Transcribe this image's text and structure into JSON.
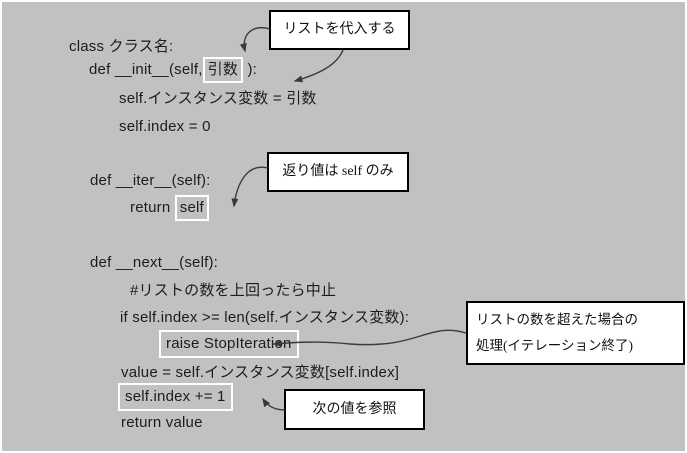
{
  "code": {
    "line1": {
      "text": "class クラス名:"
    },
    "line2": {
      "pre": "def __init__(self,",
      "boxed": "引数",
      "post": " ):"
    },
    "line3": {
      "text": "self.インスタンス変数 = 引数"
    },
    "line4": {
      "text": "self.index = 0"
    },
    "line5": {
      "text": "def __iter__(self):"
    },
    "line6": {
      "pre": "return ",
      "boxed": "self"
    },
    "line7": {
      "text": "def __next__(self):"
    },
    "line8": {
      "text": "#リストの数を上回ったら中止"
    },
    "line9": {
      "text": "if self.index >= len(self.インスタンス変数):"
    },
    "line10": {
      "boxed": "raise StopIteration"
    },
    "line11": {
      "text": "value = self.インスタンス変数[self.index]"
    },
    "line12": {
      "boxed": "self.index += 1"
    },
    "line13": {
      "text": "return value"
    }
  },
  "callouts": {
    "assign_list": {
      "text": "リストを代入する"
    },
    "return_self": {
      "text": "返り値は self のみ"
    },
    "stop_iteration": {
      "line1": "リストの数を超えた場合の",
      "line2": "処理(イテレーション終了)"
    },
    "next_value": {
      "text": "次の値を参照"
    }
  },
  "colors": {
    "background": "#c1c1c1",
    "code_text": "#1c1c1c",
    "callout_background": "#ffffff",
    "callout_border": "#000000",
    "highlight_border": "#ffffff",
    "arrow": "#3a3a3a"
  }
}
